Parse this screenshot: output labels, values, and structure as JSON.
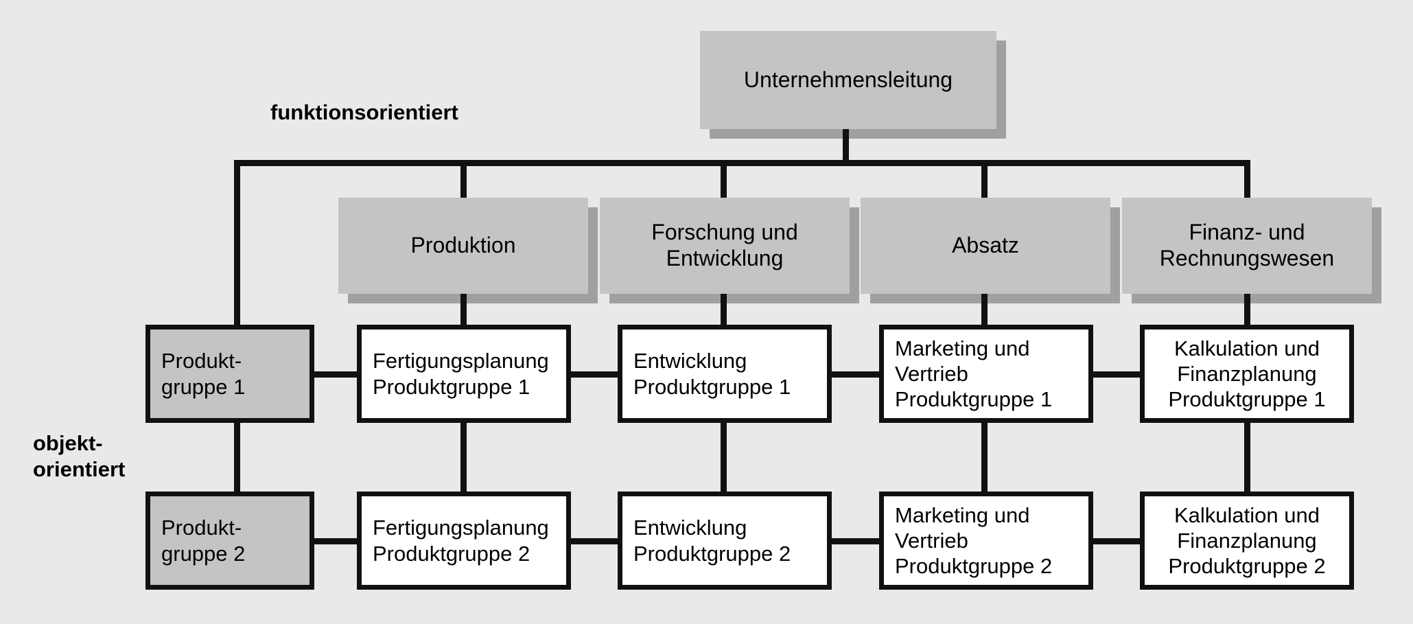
{
  "diagram": {
    "title_box": {
      "label": "Unternehmensleitung"
    },
    "axis_labels": {
      "horizontal": "funktionsorientiert",
      "vertical": "objekt-\norientiert"
    },
    "function_columns": [
      {
        "label": "Produktion"
      },
      {
        "label": "Forschung und\nEntwicklung"
      },
      {
        "label": "Absatz"
      },
      {
        "label": "Finanz- und\nRechnungswesen"
      }
    ],
    "object_rows": [
      {
        "row_label": "Produkt-\ngruppe 1",
        "cells": [
          "Fertigungsplanung\nProduktgruppe 1",
          "Entwicklung\nProduktgruppe 1",
          "Marketing und\nVertrieb\nProduktgruppe 1",
          "Kalkulation und\nFinanzplanung\nProduktgruppe 1"
        ]
      },
      {
        "row_label": "Produkt-\ngruppe 2",
        "cells": [
          "Fertigungsplanung\nProduktgruppe 2",
          "Entwicklung\nProduktgruppe 2",
          "Marketing und\nVertrieb\nProduktgruppe 2",
          "Kalkulation und\nFinanzplanung\nProduktgruppe 2"
        ]
      }
    ],
    "colors": {
      "background": "#e9e9e9",
      "box_fill": "#c4c4c4",
      "box_shadow": "#a0a0a0",
      "cell_fill": "#ffffff",
      "line": "#111111"
    }
  }
}
